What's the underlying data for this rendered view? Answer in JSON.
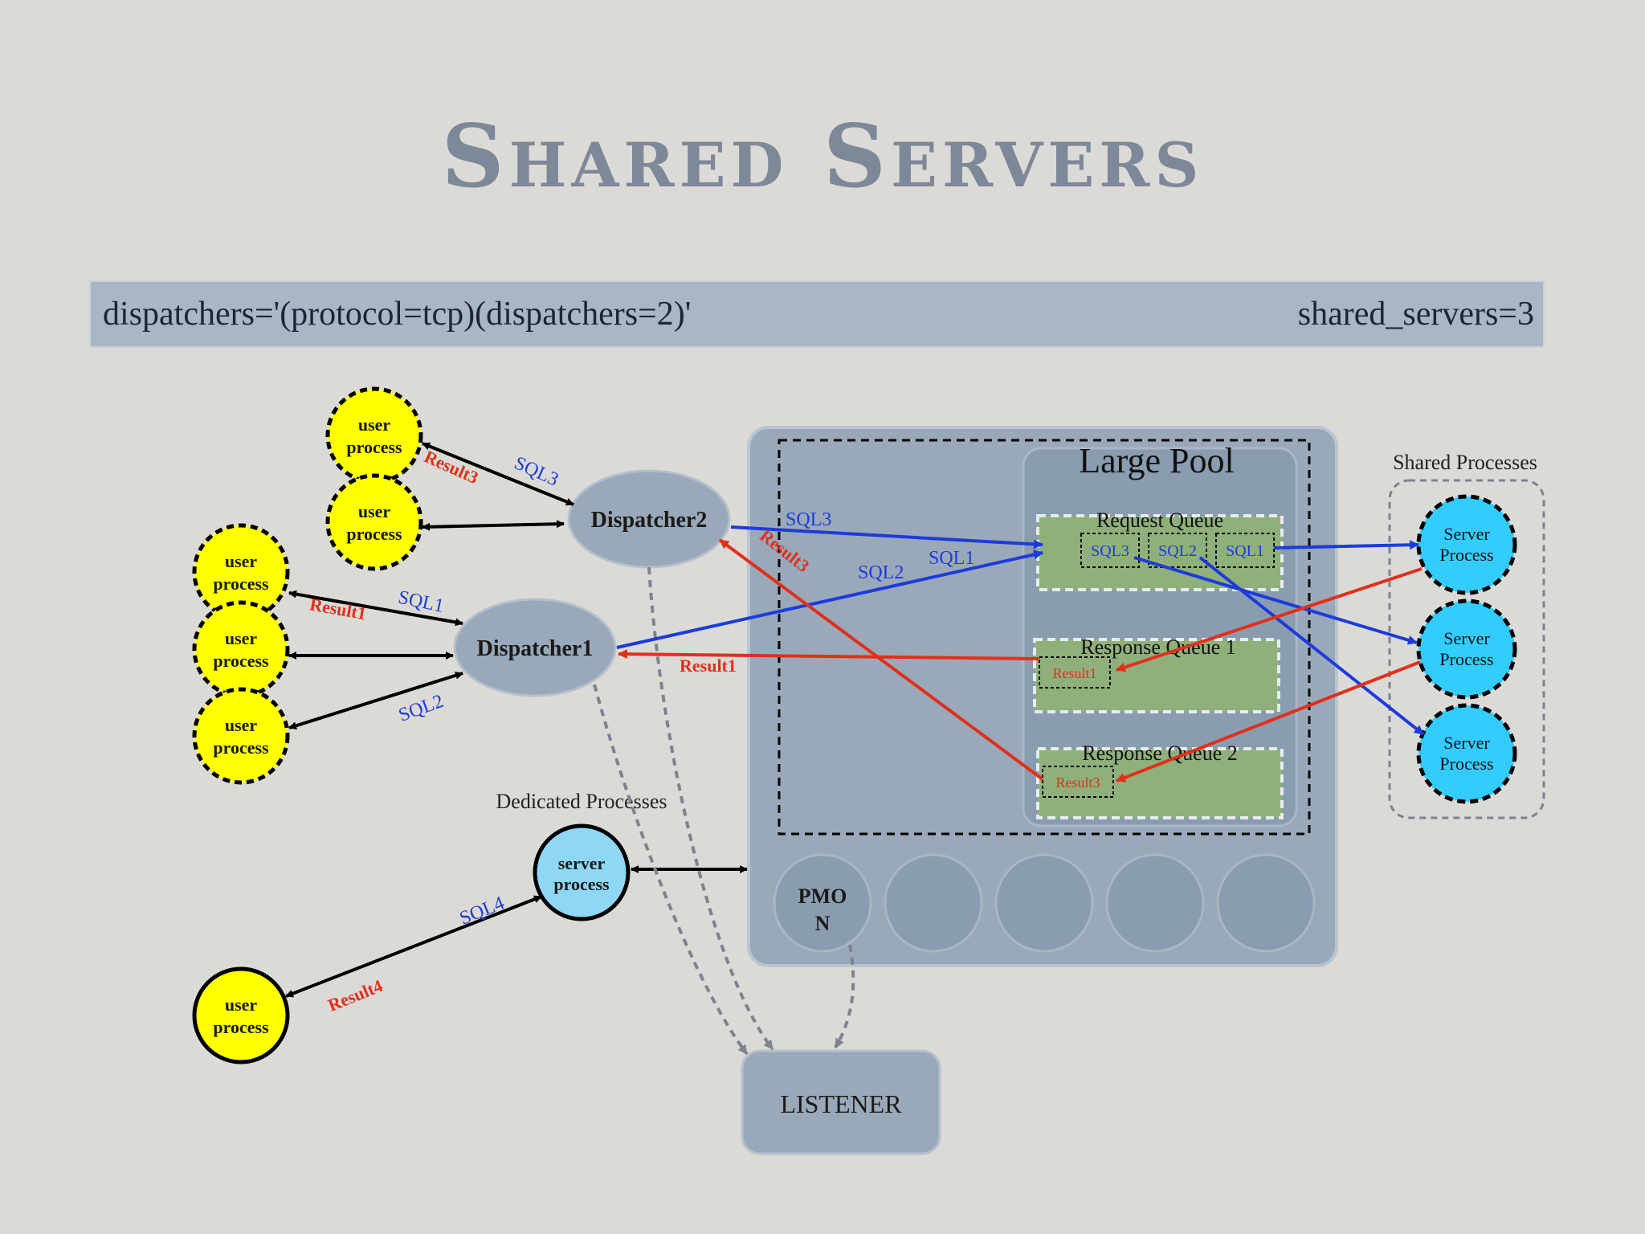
{
  "title": "Shared Servers",
  "banner": {
    "left": "dispatchers='(protocol=tcp)(dispatchers=2)'",
    "right": "shared_servers=3"
  },
  "user_process_label": [
    "user",
    "process"
  ],
  "dispatchers": [
    "Dispatcher2",
    "Dispatcher1"
  ],
  "large_pool": {
    "title": "Large Pool",
    "request_queue": "Request Queue",
    "response_queue_1": "Response Queue 1",
    "response_queue_2": "Response Queue 2",
    "request_items": [
      "SQL3",
      "SQL2",
      "SQL1"
    ],
    "response_1_item": "Result1",
    "response_2_item": "Result3"
  },
  "shared_processes": {
    "title": "Shared Processes",
    "server_label": [
      "Server",
      "Process"
    ]
  },
  "dedicated": {
    "title": "Dedicated Processes",
    "server_label": [
      "server",
      "process"
    ]
  },
  "pmon_label": [
    "PMO",
    "N"
  ],
  "listener_label": "LISTENER",
  "labels": {
    "sql1": "SQL1",
    "sql2": "SQL2",
    "sql3": "SQL3",
    "sql4": "SQL4",
    "result1": "Result1",
    "result3": "Result3",
    "result4": "Result4"
  },
  "colors": {
    "background": "#dcdad6",
    "title": "#7d8898",
    "user_process": "#ffff00",
    "server_process": "#33ccff",
    "dedicated_server": "#8fd8f5",
    "queue_fill": "#8fb07a",
    "sga_fill": "#9aa9b9",
    "blue_arrow": "#1d3bdc",
    "red_arrow": "#e0301c"
  }
}
